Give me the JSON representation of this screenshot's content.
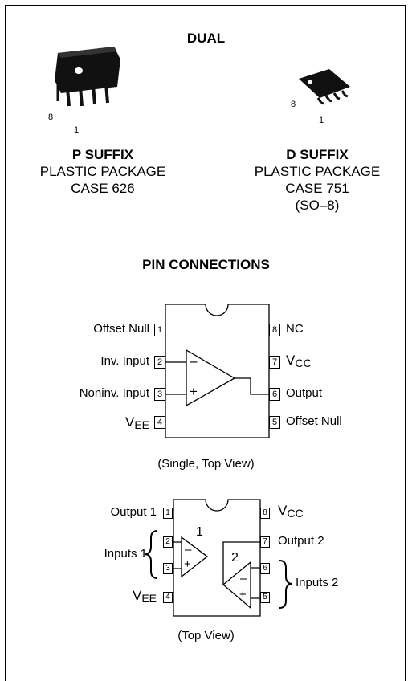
{
  "title": "DUAL",
  "packages": [
    {
      "pin_high": "8",
      "pin_low": "1",
      "suffix": "P SUFFIX",
      "line1": "PLASTIC PACKAGE",
      "line2": "CASE 626",
      "line3": ""
    },
    {
      "pin_high": "8",
      "pin_low": "1",
      "suffix": "D SUFFIX",
      "line1": "PLASTIC PACKAGE",
      "line2": "CASE 751",
      "line3": "(SO–8)"
    }
  ],
  "pin_connections_title": "PIN CONNECTIONS",
  "single": {
    "left_pins": [
      {
        "num": "1",
        "label": "Offset Null"
      },
      {
        "num": "2",
        "label": "Inv. Input"
      },
      {
        "num": "3",
        "label": "Noninv. Input"
      },
      {
        "num": "4",
        "label": "V",
        "sub": "EE"
      }
    ],
    "right_pins": [
      {
        "num": "8",
        "label": "NC"
      },
      {
        "num": "7",
        "label": "V",
        "sub": "CC"
      },
      {
        "num": "6",
        "label": "Output"
      },
      {
        "num": "5",
        "label": "Offset Null"
      }
    ],
    "minus": "–",
    "plus": "+",
    "caption": "(Single, Top View)"
  },
  "dual": {
    "left_pins": [
      {
        "num": "1",
        "label": "Output 1"
      },
      {
        "num": "2",
        "label": ""
      },
      {
        "num": "3",
        "label": ""
      },
      {
        "num": "4",
        "label": "V",
        "sub": "EE"
      }
    ],
    "right_pins": [
      {
        "num": "8",
        "label": "V",
        "sub": "CC"
      },
      {
        "num": "7",
        "label": "Output 2"
      },
      {
        "num": "6",
        "label": ""
      },
      {
        "num": "5",
        "label": ""
      }
    ],
    "group_left": "Inputs 1",
    "group_right": "Inputs 2",
    "amp1_label": "1",
    "amp2_label": "2",
    "minus": "–",
    "plus": "+",
    "caption": "(Top View)"
  }
}
